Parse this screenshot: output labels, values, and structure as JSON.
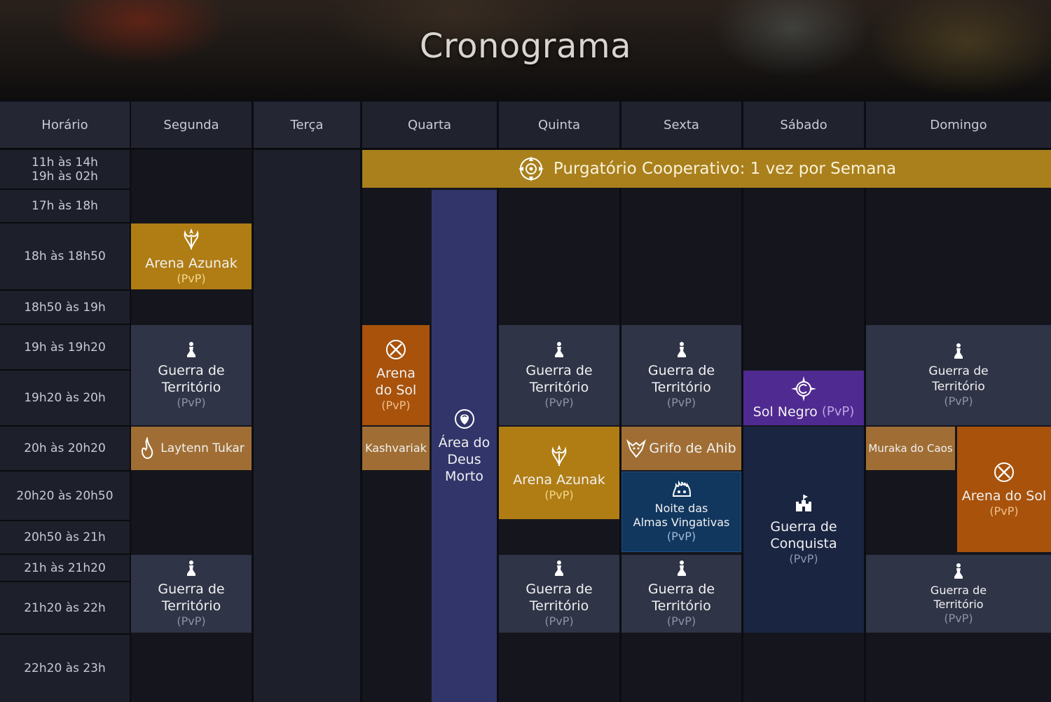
{
  "page": {
    "title": "Cronograma"
  },
  "headers": {
    "time": "Horário",
    "mon": "Segunda",
    "tue": "Terça",
    "wed": "Quarta",
    "thu": "Quinta",
    "fri": "Sexta",
    "sat": "Sábado",
    "sun": "Domingo"
  },
  "times": [
    "11h às 14h",
    "19h às 02h",
    "17h às 18h",
    "18h às 18h50",
    "18h50 às 19h",
    "19h às 19h20",
    "19h20 às 20h",
    "20h às 20h20",
    "20h20 às 20h50",
    "20h50 às 21h",
    "21h às 21h20",
    "21h20 às 22h",
    "22h20 às 23h"
  ],
  "labels": {
    "pvp": "(PvP)",
    "coop": "Purgatório Cooperativo: 1 vez por Semana",
    "arena_azunak": "Arena Azunak",
    "guerra_territorio_l1": "Guerra de",
    "guerra_territorio_l2": "Território",
    "laytenn": "Laytenn Tukar",
    "arena_sol_l1": "Arena",
    "arena_sol_l2": "do Sol",
    "arena_sol": "Arena do Sol",
    "kashvariak": "Kashvariak",
    "deus_l1": "Área do",
    "deus_l2": "Deus",
    "deus_l3": "Morto",
    "grifo": "Grifo de Ahib",
    "noite_l1": "Noite das",
    "noite_l2": "Almas Vingativas",
    "sol_negro": "Sol Negro",
    "conquista_l1": "Guerra de",
    "conquista_l2": "Conquista",
    "muraka": "Muraka do Caos"
  },
  "icons": {
    "arena": "trident-emblem-icon",
    "territory": "chess-piece-icon",
    "sun_arena": "crossed-swords-circle-icon",
    "rose": "rose-icon",
    "griffin": "griffin-icon",
    "spirit": "flame-spirit-icon",
    "sun": "black-sun-icon",
    "castle": "castle-icon",
    "coop": "purgatory-emblem-icon",
    "laytenn": "flame-hand-icon"
  },
  "colors": {
    "gold": "#b07d14",
    "navy": "#2f3447",
    "bronze": "#a06e34",
    "rust": "#a8520b",
    "purple": "#4f2a91",
    "deepblue": "#11375f",
    "indigo": "#31356a",
    "coop": "#a9801c"
  }
}
